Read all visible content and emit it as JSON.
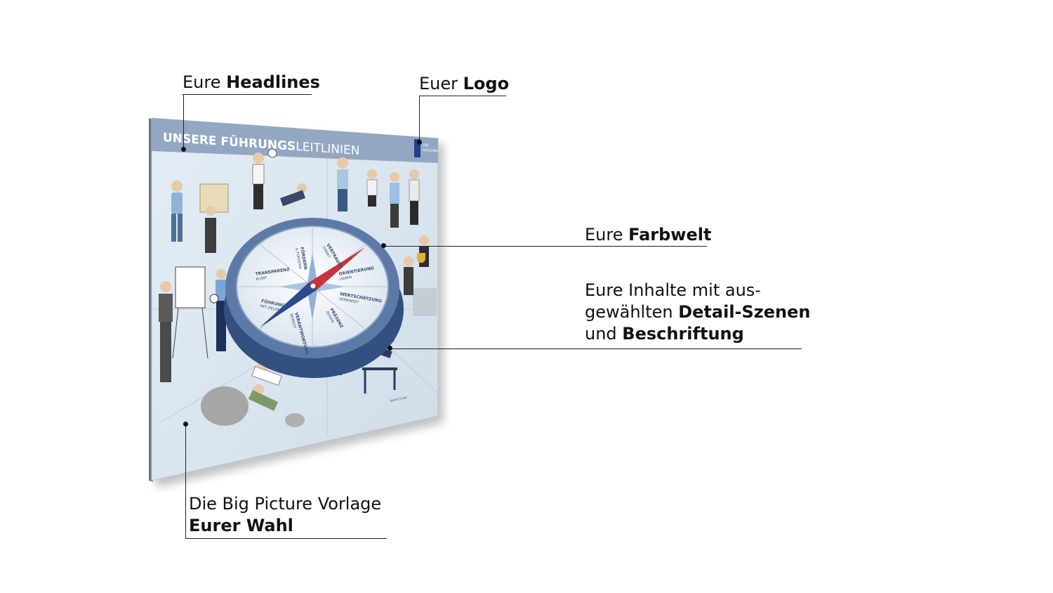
{
  "callouts": {
    "headlines": {
      "regular": "Eure ",
      "bold": "Headlines"
    },
    "logo": {
      "regular": "Euer ",
      "bold": "Logo"
    },
    "farbwelt": {
      "regular": "Eure ",
      "bold": "Farbwelt"
    },
    "inhalte": {
      "line1": "Eure Inhalte mit aus-",
      "line2_regular": "gewählten ",
      "line2_bold": "Detail-Szenen",
      "line3_regular": "und ",
      "line3_bold": "Beschriftung"
    },
    "vorlage": {
      "line1": "Die Big Picture Vorlage",
      "line2_bold": "Eurer Wahl"
    }
  },
  "poster": {
    "title_bold": "UNSERE FÜHRUNGS",
    "title_light": "LEITLINIEN",
    "logo_text_1": "DIE",
    "logo_text_2": "HOLDING",
    "compass_sectors": [
      {
        "main": "FÖRDERN",
        "sub": "& FORDERN"
      },
      {
        "main": "VERTRAUEN",
        "sub": "STÄRKT"
      },
      {
        "main": "ORIENTIERUNG",
        "sub": "GEBEN"
      },
      {
        "main": "WERTSCHÄTZUNG",
        "sub": "VERBINDET"
      },
      {
        "main": "PRÄSENZ",
        "sub": "ZEIGEN"
      },
      {
        "main": "VERANTWORTUNG",
        "sub": "BEWEGT"
      },
      {
        "main": "FÜHRUNG",
        "sub": "MIT ZIELEN"
      },
      {
        "main": "TRANSPARENZ",
        "sub": "KLÄRT"
      }
    ],
    "footer_brand": "BIGPICTURE"
  },
  "colors": {
    "poster_bg": "#dbe6ef",
    "header_band": "#8fa3bf",
    "compass_ring": "#5d79a8",
    "compass_face": "#eef3f8",
    "needle_red": "#c8323a",
    "needle_blue": "#2a4a8a",
    "logo_blue": "#23408c"
  }
}
